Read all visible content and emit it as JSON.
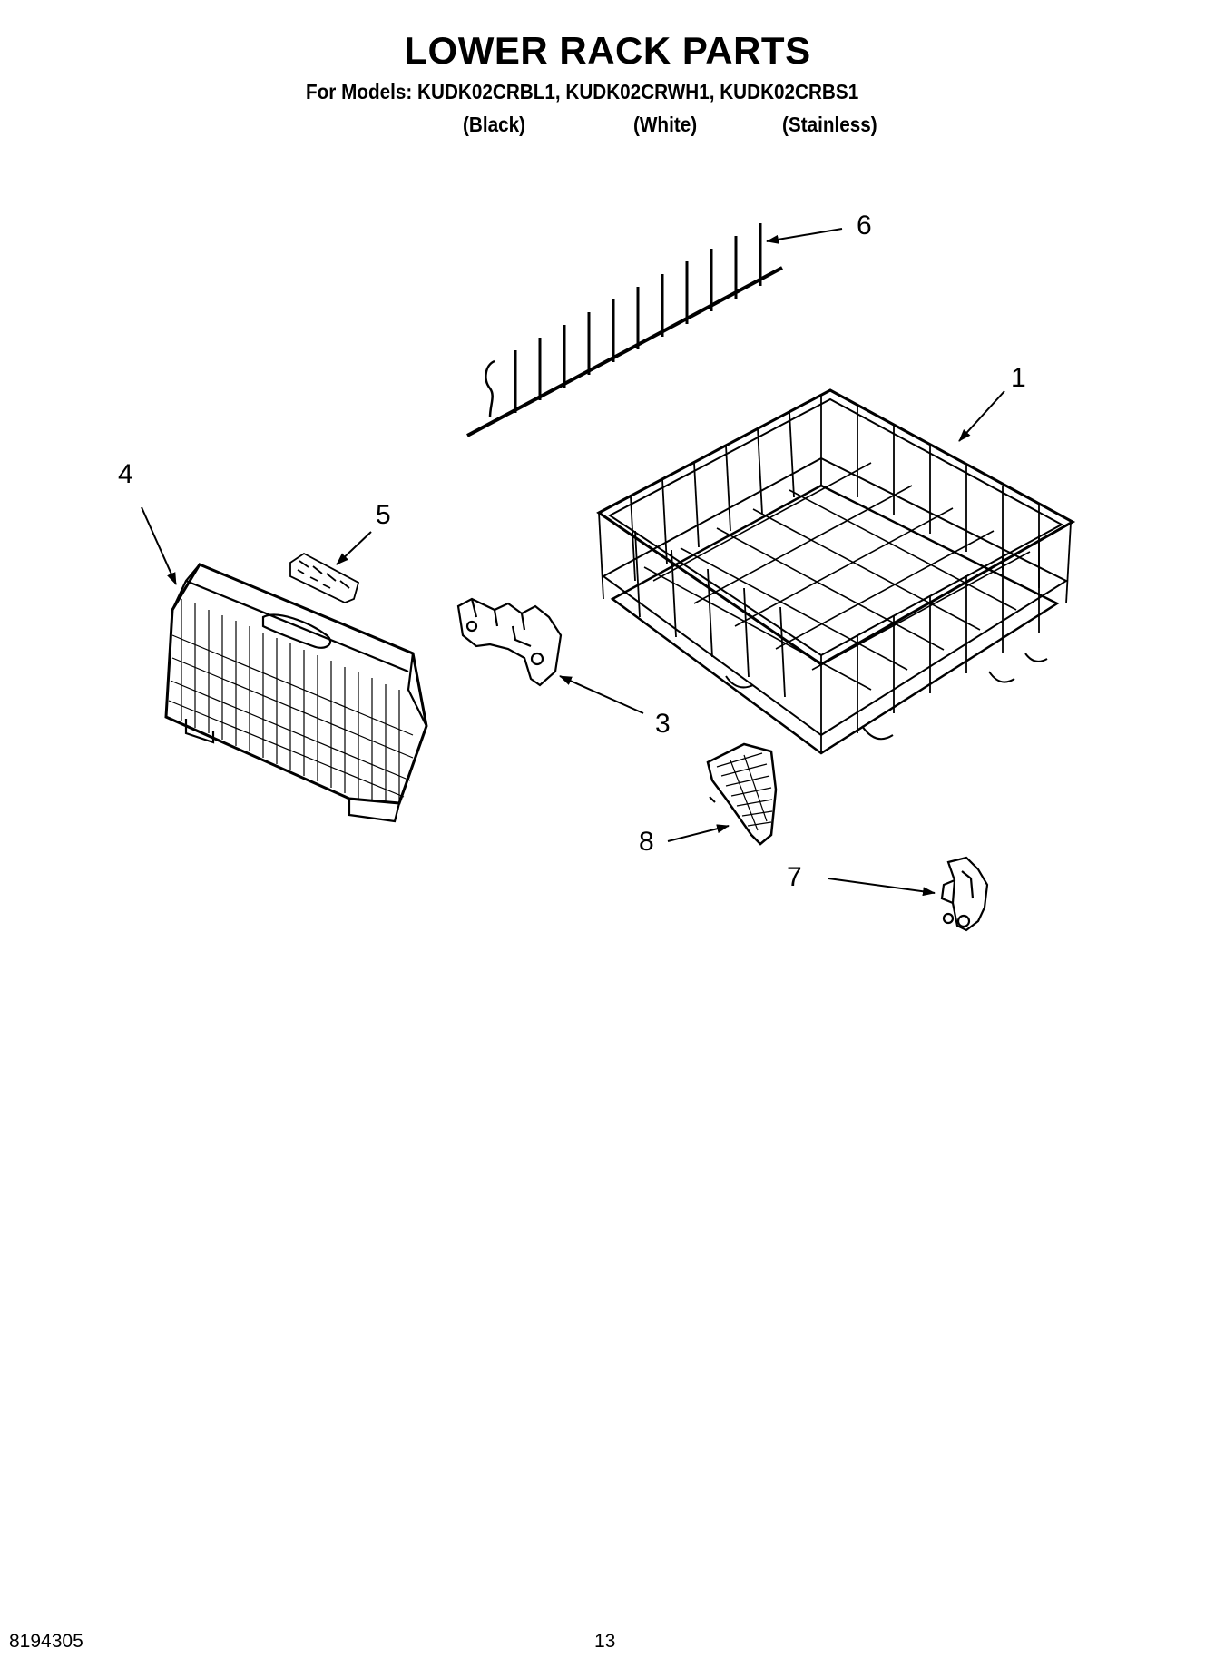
{
  "header": {
    "title": "LOWER RACK PARTS",
    "models_line": "For Models: KUDK02CRBL1, KUDK02CRWH1, KUDK02CRBS1",
    "finishes": [
      "(Black)",
      "(White)",
      "(Stainless)"
    ]
  },
  "callouts": {
    "rack": "1",
    "rack_bracket": "3",
    "silverware_basket": "4",
    "basket_clip": "5",
    "tine_row": "6",
    "clip": "7",
    "shield": "8"
  },
  "footer": {
    "doc_number": "8194305",
    "page_number": "13"
  }
}
